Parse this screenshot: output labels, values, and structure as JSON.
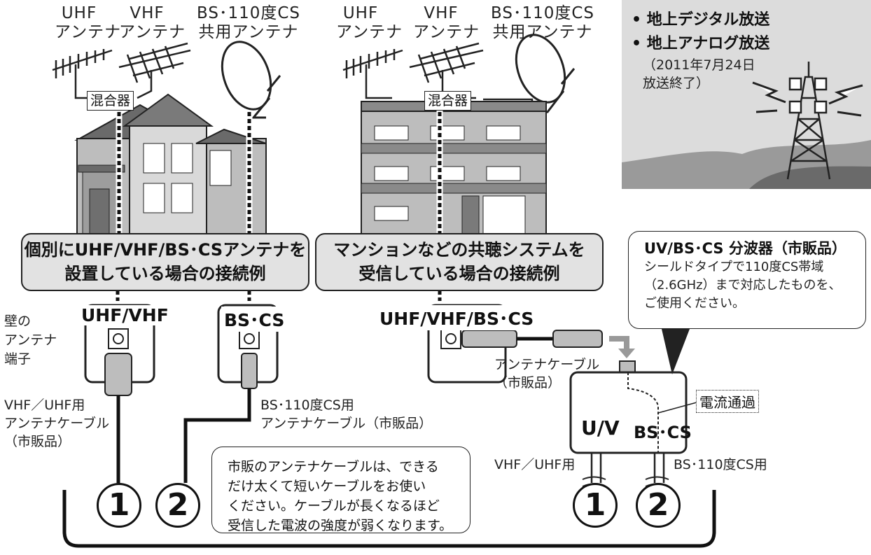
{
  "antennas_left": {
    "uhf": [
      "UHF",
      "アンテナ"
    ],
    "vhf": [
      "VHF",
      "アンテナ"
    ],
    "bscs": [
      "BS･110度CS",
      "共用アンテナ"
    ]
  },
  "antennas_right": {
    "uhf": [
      "UHF",
      "アンテナ"
    ],
    "vhf": [
      "VHF",
      "アンテナ"
    ],
    "bscs": [
      "BS･110度CS",
      "共用アンテナ"
    ]
  },
  "mixer_label": "混合器",
  "broadcast": {
    "items": [
      "地上デジタル放送",
      "地上アナログ放送"
    ],
    "note": [
      "（2011年7月24日",
      "放送終了）"
    ]
  },
  "banner_left": [
    "個別にUHF/VHF/BS･CSアンテナを",
    "設置している場合の接続例"
  ],
  "banner_right": [
    "マンションなどの共聴システムを",
    "受信している場合の接続例"
  ],
  "splitter_callout": {
    "title": "UV/BS･CS 分波器（市販品）",
    "lines": [
      "シールドタイプで110度CS帯域",
      "（2.6GHz）まで対応したものを、",
      "ご使用ください。"
    ]
  },
  "wall_terminal_label": [
    "壁の",
    "アンテナ",
    "端子"
  ],
  "ports": {
    "uhf_vhf": "UHF/VHF",
    "bs_cs": "BS･CS",
    "combined": "UHF/VHF/BS･CS"
  },
  "cable_labels": {
    "vhf_uhf": [
      "VHF／UHF用",
      "アンテナケーブル",
      "（市販品）"
    ],
    "bs_cs": [
      "BS･110度CS用",
      "アンテナケーブル（市販品）"
    ],
    "antenna_cable": [
      "アンテナケーブル",
      "（市販品）"
    ]
  },
  "splitter": {
    "uv": "U/V",
    "bscs": "BS･CS",
    "out_left": "VHF／UHF用",
    "out_right": "BS･110度CS用",
    "power_pass": "電流通過"
  },
  "tip_note": [
    "市販のアンテナケーブルは、できる",
    "だけ太くて短いケーブルをお使い",
    "ください。ケーブルが長くなるほど",
    "受信した電波の強度が弱くなります。"
  ],
  "numbers": [
    "1",
    "2",
    "1",
    "2"
  ]
}
